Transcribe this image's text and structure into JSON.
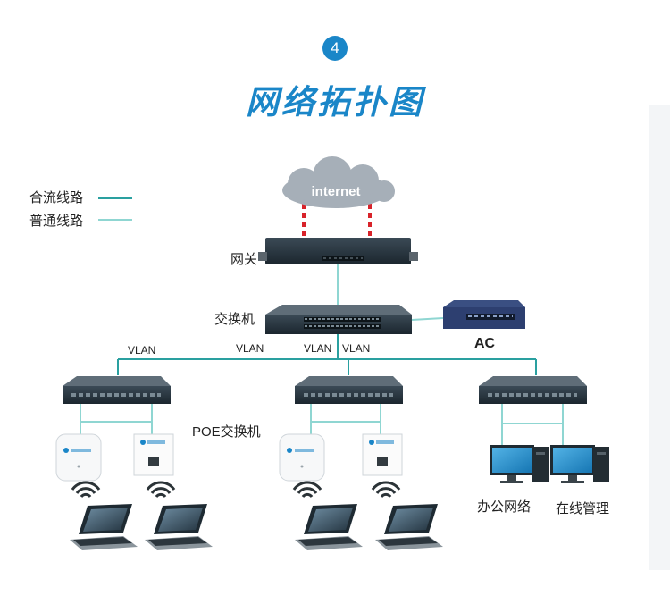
{
  "badge": "4",
  "title": "网络拓扑图",
  "legend": [
    {
      "label": "合流线路",
      "color": "#2aa0a0"
    },
    {
      "label": "普通线路",
      "color": "#8fd6d2"
    }
  ],
  "nodes": {
    "internet": "internet",
    "gateway": "网关",
    "core_switch": "交换机",
    "ac": "AC",
    "poe_switch": "POE交换机",
    "office": "办公网络",
    "online": "在线管理"
  },
  "vlans": [
    "VLAN",
    "VLAN",
    "VLAN",
    "VLAN"
  ],
  "colors": {
    "accent": "#1a86c8",
    "trunk": "#2aa0a0",
    "normal": "#8fd6d2",
    "internet_link": "#d8232a"
  }
}
